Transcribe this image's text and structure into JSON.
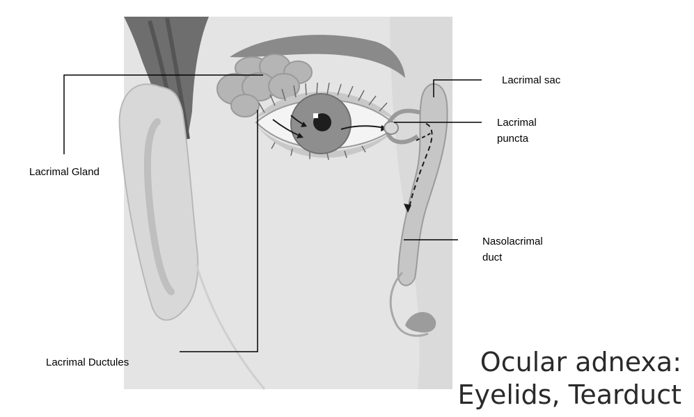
{
  "labels": {
    "lacrimal_gland": "Lacrimal Gland",
    "lacrimal_ductules": "Lacrimal Ductules",
    "lacrimal_sac": "Lacrimal sac",
    "lacrimal_puncta_line1": "Lacrimal",
    "lacrimal_puncta_line2": "puncta",
    "nasolacrimal_line1": "Nasolacrimal",
    "nasolacrimal_line2": "duct"
  },
  "title": {
    "line1": "Ocular adnexa:",
    "line2": "Eyelids, Tearduct"
  },
  "colors": {
    "skin": "#e3e3e3",
    "background": "#ffffff",
    "leader_line": "#000000"
  }
}
